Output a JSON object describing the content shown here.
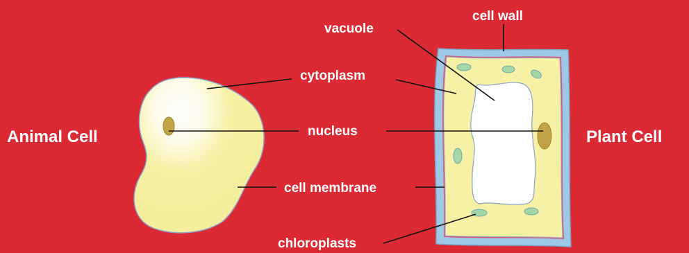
{
  "titles": {
    "animal": "Animal Cell",
    "plant": "Plant Cell"
  },
  "labels": {
    "cell_wall": "cell wall",
    "vacuole": "vacuole",
    "cytoplasm": "cytoplasm",
    "nucleus": "nucleus",
    "cell_membrane": "cell membrane",
    "chloroplasts": "chloroplasts"
  },
  "colors": {
    "background": "#dc2a35",
    "cytoplasm": "#f7f1a6",
    "cell_wall": "#9ec9e6",
    "nucleus": "#c2a347",
    "chloroplast": "#a5d6a7",
    "vacuole": "#ffffff",
    "membrane_outline": "#8aa0c8",
    "text": "#ffffff",
    "leader_line": "#111111"
  }
}
